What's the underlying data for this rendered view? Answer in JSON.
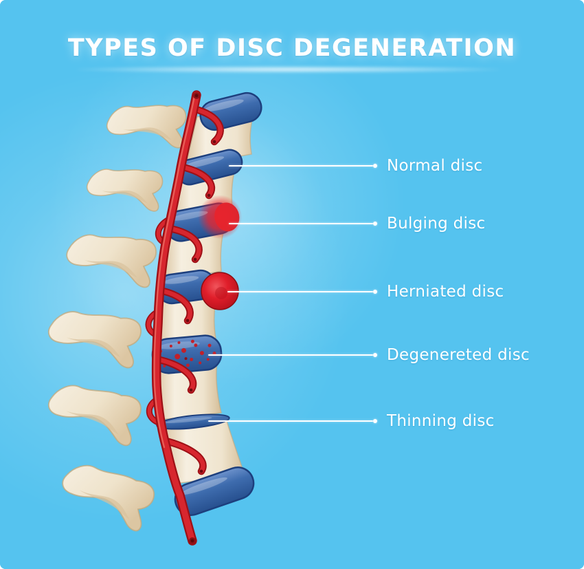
{
  "title": "TYPES OF DISC DEGENERATION",
  "diagram": {
    "type": "medical-infographic",
    "subject": "lateral spine segment with intervertebral discs, vertebrae and spinal nerve/artery",
    "labels": [
      {
        "text": "Normal disc"
      },
      {
        "text": "Bulging disc"
      },
      {
        "text": "Herniated disc"
      },
      {
        "text": "Degenereted disc"
      },
      {
        "text": "Thinning disc"
      }
    ]
  },
  "colors": {
    "background": "#55c3ef",
    "title_text": "#ffffff",
    "label_text": "#ffffff",
    "leader_line": "#ffffff",
    "disc_blue": "#3e6cae",
    "disc_blue_dark": "#1d3f7d",
    "disc_highlight": "#7fa2d4",
    "bone_cream": "#f3ebdb",
    "bone_shadow": "#d8c3a1",
    "bone_outline": "#c2a87c",
    "nerve_red": "#d7262e",
    "nerve_red_dark": "#9e1016",
    "inflammation_red": "#e8242d"
  }
}
